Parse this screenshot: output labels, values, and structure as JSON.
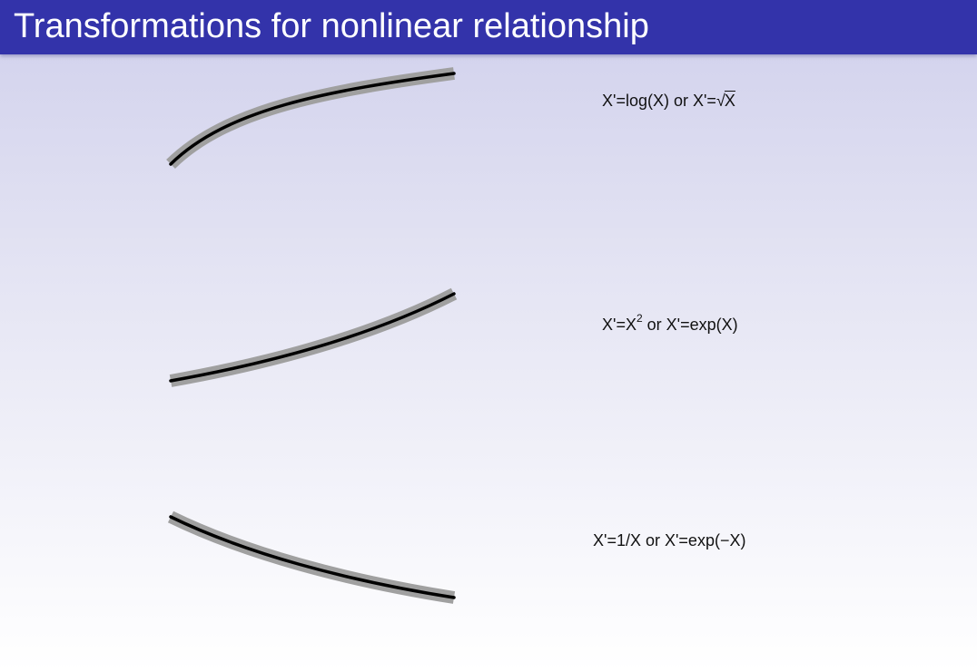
{
  "header": {
    "title": "Transformations for nonlinear relationship"
  },
  "colors": {
    "title_bar": "#3333aa",
    "curve_band": "#a0a0a0",
    "curve_line": "#000000"
  },
  "panels": [
    {
      "name": "concave-increasing",
      "formula_a": "X'=log(X) or X'=",
      "sqrt_sign": "√",
      "sqrt_arg": "X"
    },
    {
      "name": "convex-increasing",
      "formula_base": "X'=X",
      "formula_exp": "2",
      "formula_rest": " or X'=exp(X)"
    },
    {
      "name": "convex-decreasing",
      "formula": "X'=1/X or X'=exp(−X)"
    }
  ]
}
